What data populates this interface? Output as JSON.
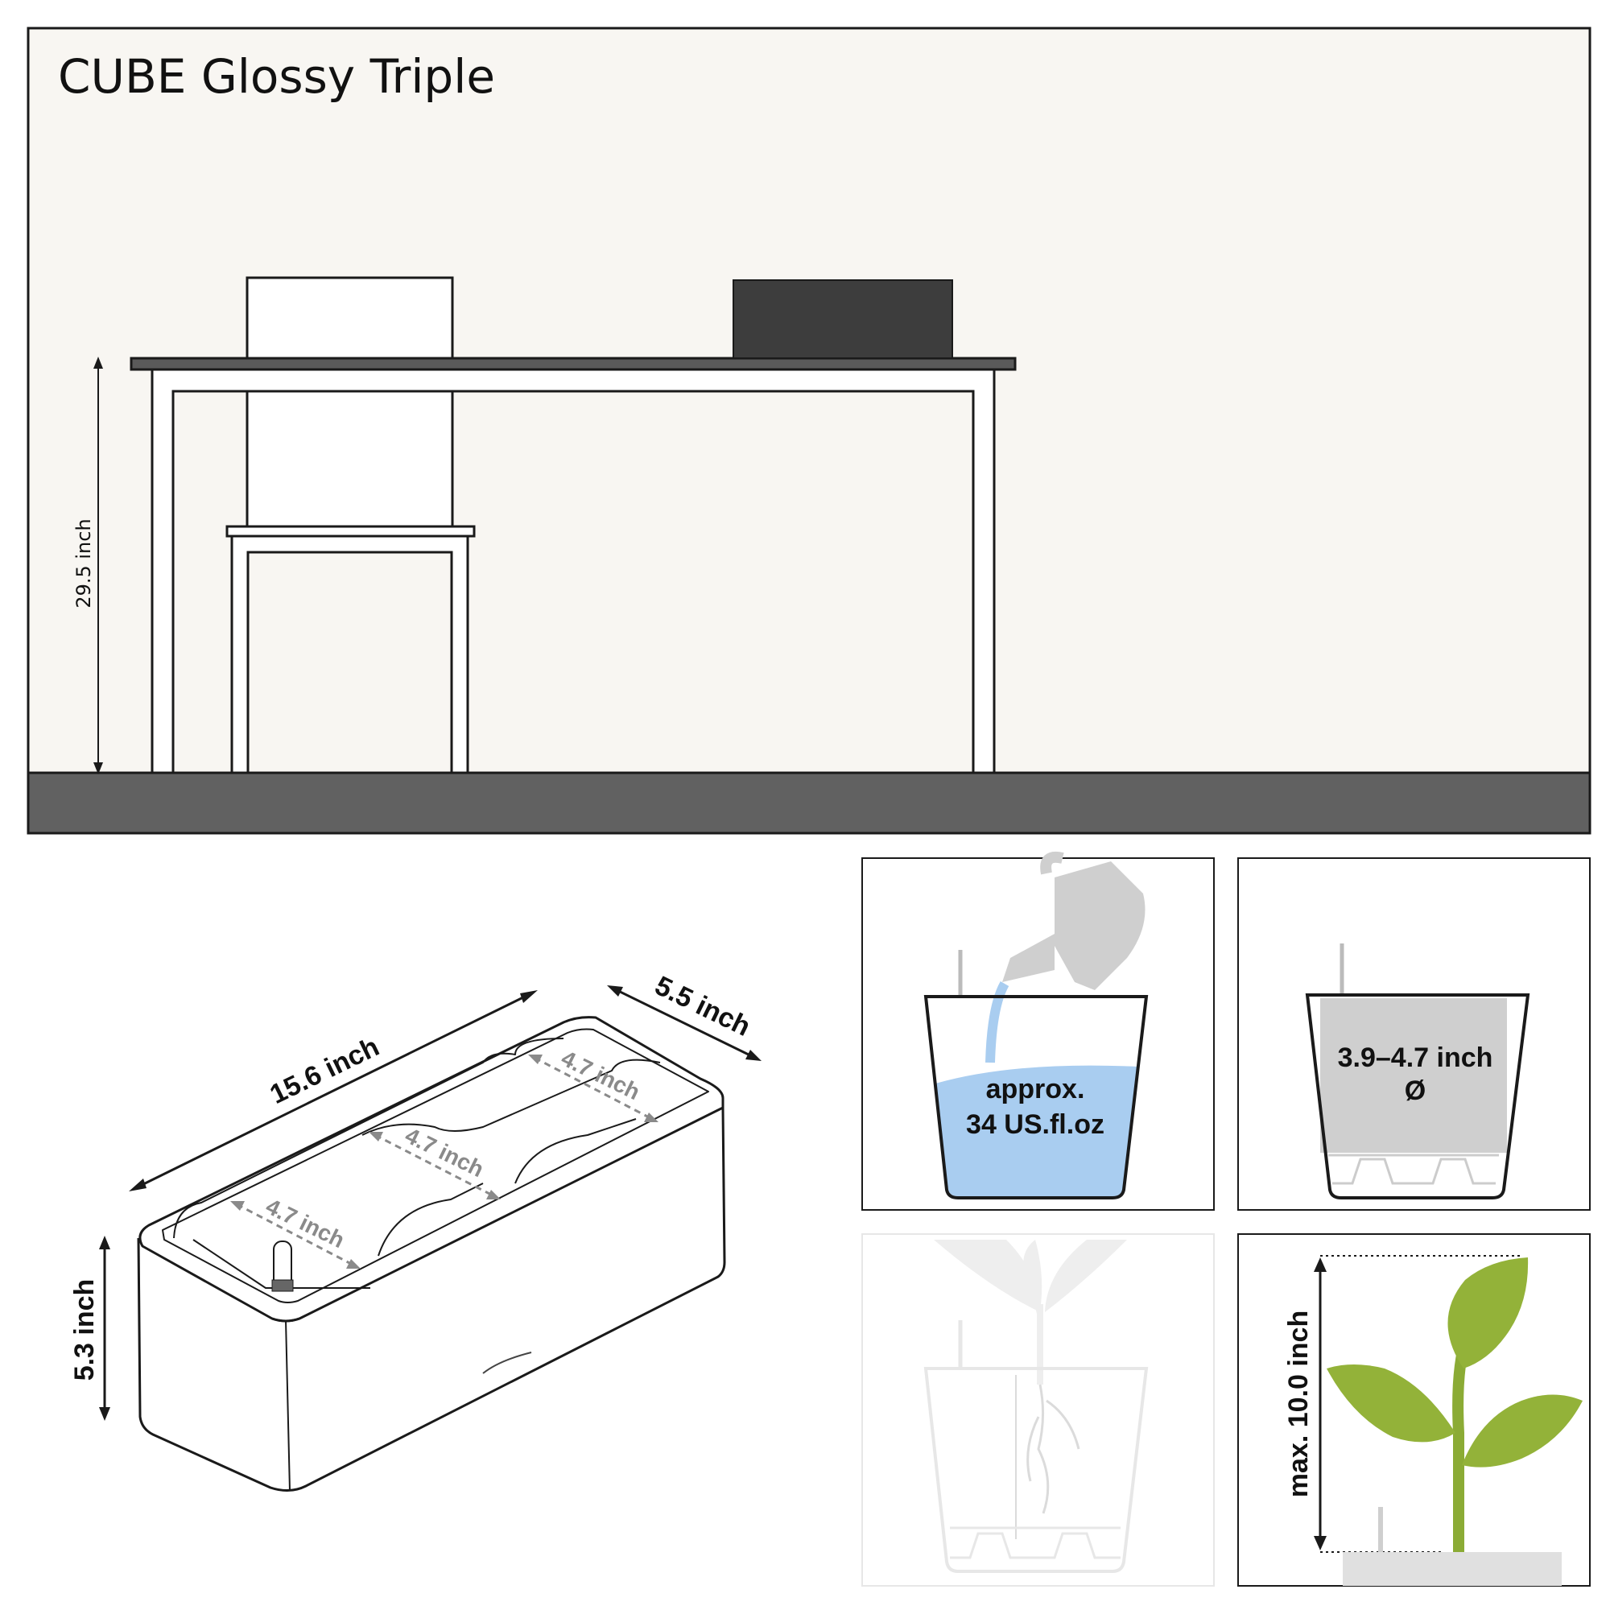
{
  "title": "CUBE Glossy Triple",
  "room": {
    "table_height": "29.5 inch"
  },
  "planter": {
    "length": "15.6 inch",
    "depth": "5.5 inch",
    "height": "5.3 inch",
    "insert_widths": [
      "4.7 inch",
      "4.7 inch",
      "4.7 inch"
    ]
  },
  "panels": {
    "water": {
      "line1": "approx.",
      "line2": "34 US.fl.oz"
    },
    "pot": {
      "line1": "3.9–4.7 inch",
      "line2": "Ø"
    },
    "plant": {
      "label": "max. 10.0 inch"
    }
  },
  "colors": {
    "wall": "#f8f6f2",
    "floor": "#616161",
    "tabletop": "#5a5a5a",
    "dark_planter": "#3d3d3d",
    "water": "#a9cdf0",
    "leaf": "#93b239",
    "stem": "#8bab35",
    "gray_fill": "#cfcfcf"
  }
}
